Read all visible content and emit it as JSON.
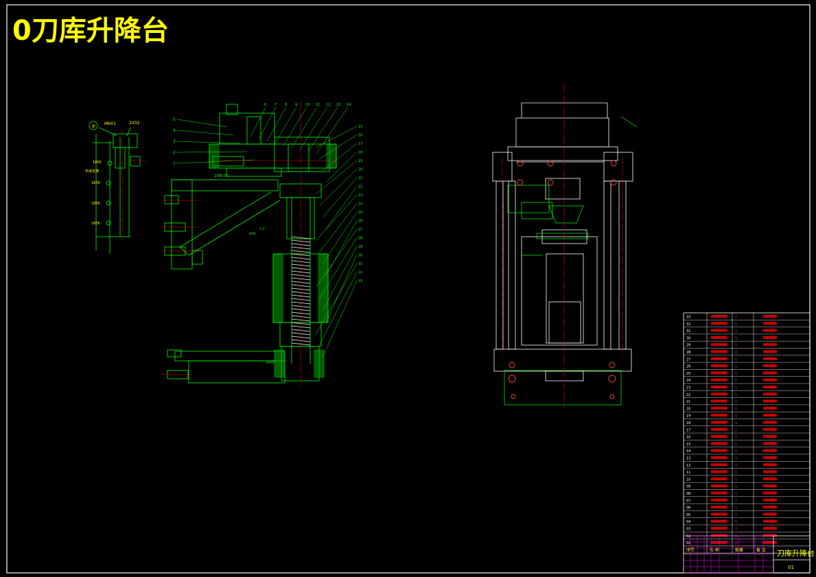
{
  "drawing": {
    "title": "0刀库升降台",
    "title_block_name": "刀库升降台",
    "title_block_code": "01"
  },
  "colors": {
    "background": "#000000",
    "border": "#ffffff",
    "title": "#ffff00",
    "geometry": "#00ff00",
    "centerline": "#ff0000",
    "table_text": "#ff0000",
    "table_lines": "#ffffff",
    "title_block_lines": "#ff00ff"
  },
  "left_view": {
    "callouts": [
      "②",
      "M6X1",
      "2X32"
    ],
    "side_labels": [
      "18EK",
      "手动支撑",
      "16EK",
      "18EK",
      "18EK"
    ]
  },
  "section_view": {
    "left_balloons": [
      "5",
      "4",
      "3",
      "2",
      "1"
    ],
    "top_balloons": [
      "6",
      "7",
      "8",
      "9",
      "10",
      "11",
      "12",
      "13",
      "14"
    ],
    "right_balloons": [
      "15",
      "16",
      "17",
      "18",
      "19",
      "20",
      "21",
      "22",
      "23",
      "24",
      "25",
      "26",
      "27",
      "28",
      "29",
      "30",
      "31",
      "32",
      "33"
    ],
    "dims": [
      "108.00",
      "Φ48",
      "4X45°",
      "1.5°"
    ]
  },
  "bom": {
    "header": [
      "序号",
      "名 称",
      "数量",
      "备 注"
    ],
    "rows": [
      [
        "33",
        "",
        "1",
        ""
      ],
      [
        "32",
        "",
        "1",
        ""
      ],
      [
        "31",
        "",
        "1",
        ""
      ],
      [
        "30",
        "",
        "1",
        ""
      ],
      [
        "29",
        "",
        "1",
        ""
      ],
      [
        "28",
        "",
        "1",
        ""
      ],
      [
        "27",
        "",
        "1",
        ""
      ],
      [
        "26",
        "",
        "1",
        ""
      ],
      [
        "25",
        "",
        "1",
        ""
      ],
      [
        "24",
        "",
        "1",
        ""
      ],
      [
        "23",
        "",
        "1",
        ""
      ],
      [
        "22",
        "",
        "1",
        ""
      ],
      [
        "21",
        "",
        "1",
        ""
      ],
      [
        "20",
        "",
        "1",
        ""
      ],
      [
        "19",
        "",
        "1",
        ""
      ],
      [
        "18",
        "",
        "1",
        ""
      ],
      [
        "17",
        "",
        "1",
        ""
      ],
      [
        "16",
        "",
        "1",
        ""
      ],
      [
        "15",
        "",
        "1",
        ""
      ],
      [
        "14",
        "",
        "1",
        ""
      ],
      [
        "13",
        "",
        "1",
        ""
      ],
      [
        "12",
        "",
        "1",
        ""
      ],
      [
        "11",
        "",
        "1",
        ""
      ],
      [
        "10",
        "",
        "1",
        ""
      ],
      [
        "09",
        "",
        "1",
        ""
      ],
      [
        "08",
        "",
        "1",
        ""
      ],
      [
        "07",
        "",
        "1",
        ""
      ],
      [
        "06",
        "",
        "1",
        ""
      ],
      [
        "05",
        "",
        "1",
        ""
      ],
      [
        "04",
        "",
        "1",
        ""
      ],
      [
        "03",
        "",
        "2",
        ""
      ],
      [
        "02",
        "",
        "1",
        ""
      ],
      [
        "01",
        "",
        "1",
        ""
      ]
    ]
  }
}
